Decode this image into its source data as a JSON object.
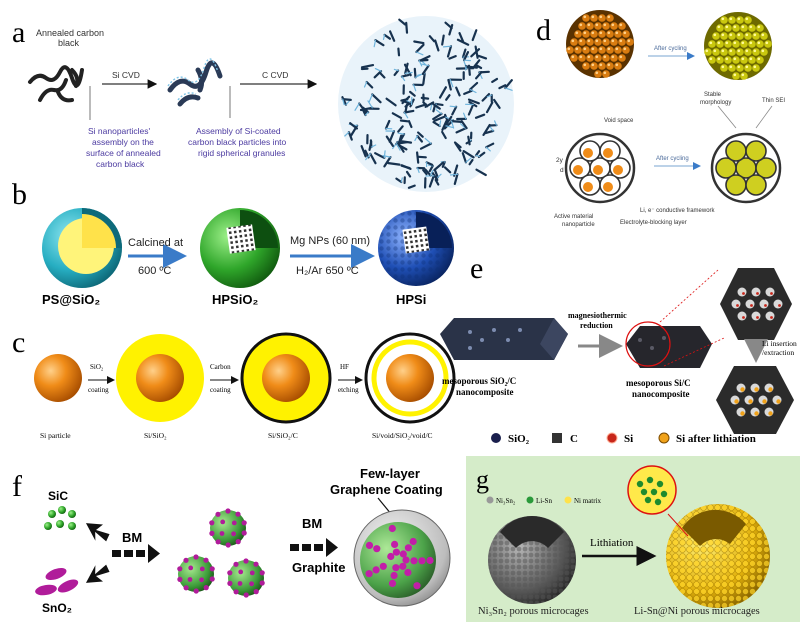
{
  "panels": {
    "a": {
      "letter": "a",
      "label_carbon": [
        "Annealed carbon",
        "black"
      ],
      "arrow1": "Si CVD",
      "arrow2": "C CVD",
      "caption1": [
        "Si nanoparticles'",
        "assembly on the",
        "surface of annealed",
        "carbon black"
      ],
      "caption2": [
        "Assembly of Si-coated",
        "carbon black particles into",
        "rigid spherical granules"
      ]
    },
    "b": {
      "letter": "b",
      "arrow1_top": "Calcined at",
      "arrow1_bottom": "600 ºC",
      "arrow2_top": "Mg NPs (60 nm)",
      "arrow2_bottom": "H₂/Ar 650 ºC",
      "label1": "PS@SiO₂",
      "label2": "HPSiO₂",
      "label3": "HPSi"
    },
    "c": {
      "letter": "c",
      "arrow1": [
        "SiO₂",
        "coating"
      ],
      "arrow2": [
        "Carbon",
        "coating"
      ],
      "arrow3": [
        "HF",
        "etching"
      ],
      "labels": [
        "Si particle",
        "Si/SiO₂",
        "Si/SiO₂/C",
        "Si/void/SiO₂/void/C"
      ]
    },
    "d": {
      "letter": "d",
      "arrow_top": "After cycling",
      "arrow_bottom": "After cycling",
      "stable": [
        "Stable",
        "morphology"
      ],
      "thin_sei": "Thin SEI",
      "void_space": "Void space",
      "dim_2y": "2y",
      "dim_d": "d",
      "active": [
        "Active material",
        "nanoparticle"
      ],
      "conductive": "Li, e⁻ conductive framework",
      "electrolyte": "Electrolyte-blocking layer"
    },
    "e": {
      "letter": "e",
      "arrow1": [
        "magnesiothermic",
        "reduction"
      ],
      "arrow2": [
        "Li insertion",
        "/extraction"
      ],
      "label1": [
        "mesoporous SiO₂/C",
        "nanocomposite"
      ],
      "label2": [
        "mesoporous Si/C",
        "nanocomposite"
      ],
      "legend": [
        "SiO₂",
        "C",
        "Si",
        "Si after lithiation"
      ]
    },
    "f": {
      "letter": "f",
      "sic": "SiC",
      "sno2": "SnO₂",
      "bm1": "BM",
      "bm2": "BM",
      "graphite": "Graphite",
      "coating": [
        "Few-layer",
        "Graphene Coating"
      ]
    },
    "g": {
      "letter": "g",
      "legend": [
        "Ni₃Sn₂",
        "Li-Sn",
        "Ni matrix"
      ],
      "arrow": "Lithiation",
      "label1": "Ni₃Sn₂ porous microcages",
      "label2": "Li-Sn@Ni porous microcages"
    }
  },
  "colors": {
    "orange": "#e8840c",
    "yellow": "#ffe600",
    "green": "#3daa3b",
    "blue": "#1e4fa8",
    "cyan": "#29b6c9",
    "purple_text": "#4b3aa0",
    "panel_g_bg": "#d5ecc9",
    "gold": "#e2b40a",
    "navy_prism": "#2a3348"
  }
}
